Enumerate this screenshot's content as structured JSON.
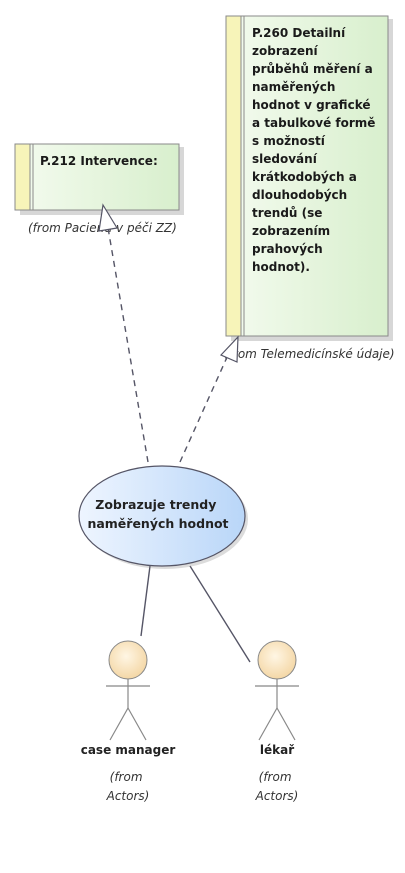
{
  "requirements": [
    {
      "id": "P.212",
      "title": "Intervence:",
      "from": "(from Pacienti v péči ZZ)"
    },
    {
      "id": "P.260",
      "title_lines": [
        "Detailní",
        "zobrazení",
        "průběhů měření a",
        "naměřených",
        "hodnot v grafické",
        "a tabulkové formě",
        "s možností",
        "sledování",
        "krátkodobých a",
        "dlouhodobých",
        "trendů (se",
        "zobrazením",
        "prahových",
        "hodnot)."
      ],
      "from": "(from Telemedicínské údaje)"
    }
  ],
  "use_case": {
    "lines": [
      "Zobrazuje trendy",
      "naměřených hodnot"
    ]
  },
  "actors": [
    {
      "name": "case manager",
      "from_lines": [
        "(from",
        "Actors)"
      ]
    },
    {
      "name": "lékař",
      "from_lines": [
        "(from",
        "Actors)"
      ]
    }
  ],
  "colors": {
    "note_fill": "#e6f5de",
    "note_bar": "#f7f4b9",
    "usecase_fill": "#cfe3fb",
    "actor_head": "#f8e3c0",
    "line": "#555566"
  }
}
